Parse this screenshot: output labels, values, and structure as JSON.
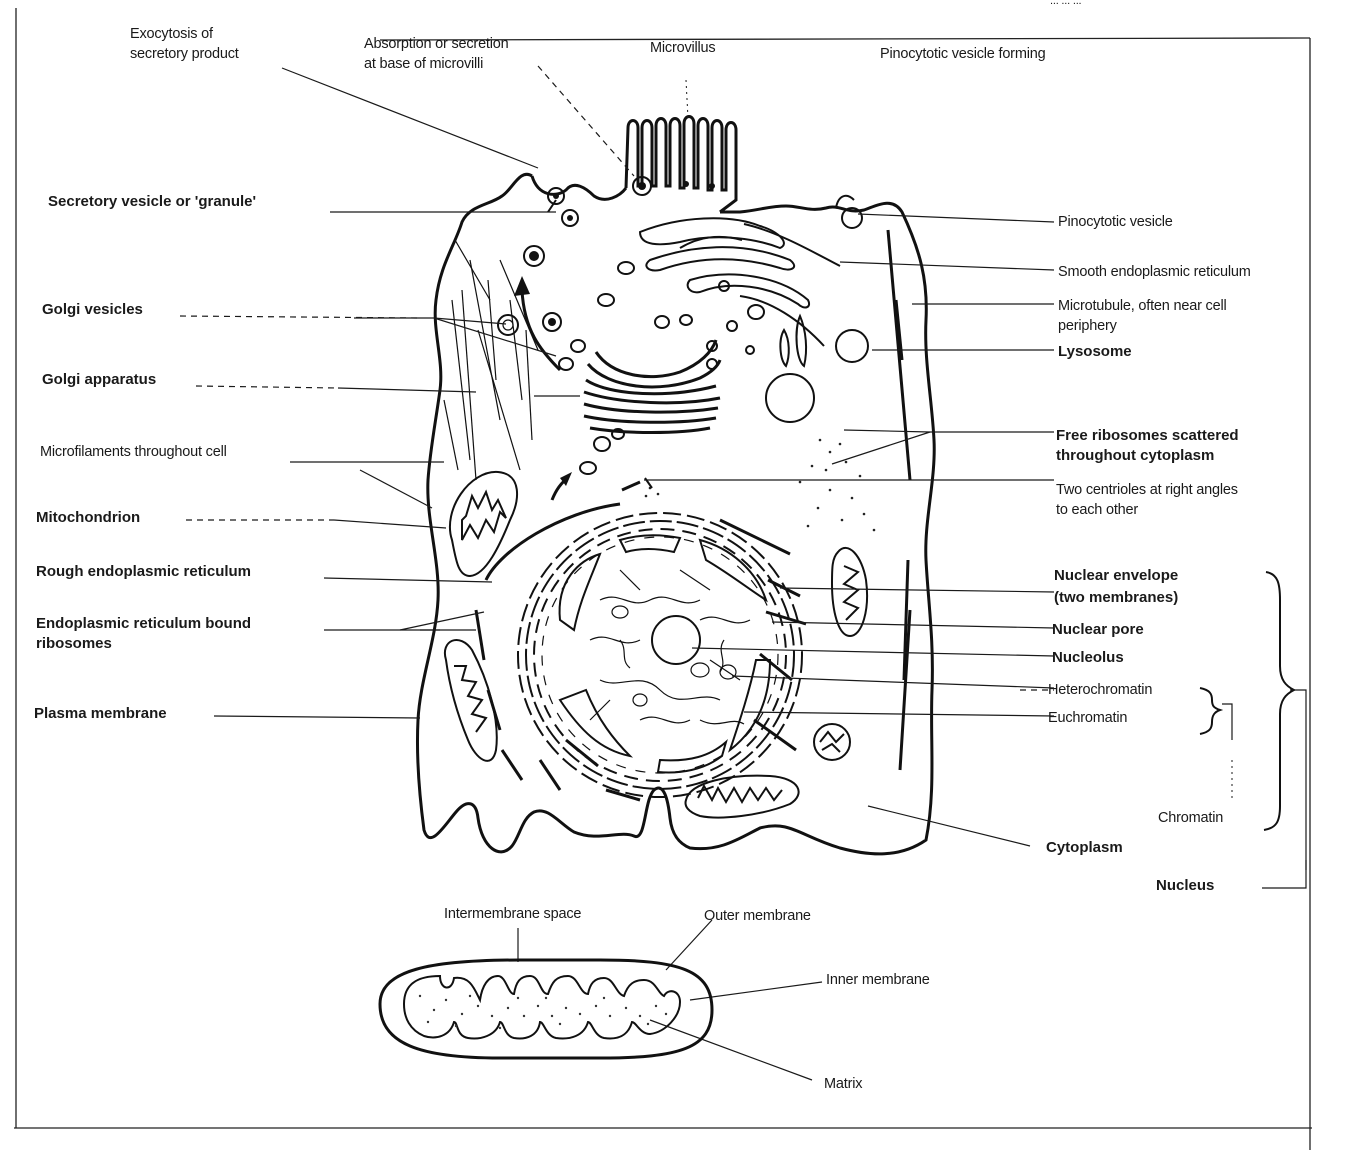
{
  "header_fragment": "... ... ...",
  "labels": {
    "exocytosis": [
      "Exocytosis of",
      "secretory product"
    ],
    "absorption": [
      "Absorption or secretion",
      "at base of microvilli"
    ],
    "microvillus": "Microvillus",
    "pinocytotic_forming": "Pinocytotic vesicle forming",
    "secretory_vesicle": "Secretory vesicle or 'granule'",
    "pinocytotic_vesicle": "Pinocytotic vesicle",
    "smooth_er": "Smooth endoplasmic reticulum",
    "golgi_vesicles": "Golgi vesicles",
    "microtubule": [
      "Microtubule, often near cell",
      "periphery"
    ],
    "lysosome": "Lysosome",
    "golgi_apparatus": "Golgi apparatus",
    "free_ribosomes": [
      "Free ribosomes scattered",
      "throughout cytoplasm"
    ],
    "microfilaments": "Microfilaments throughout cell",
    "centrioles": [
      "Two centrioles at right angles",
      "to each other"
    ],
    "mitochondrion": "Mitochondrion",
    "rough_er": "Rough endoplasmic reticulum",
    "nuclear_envelope": [
      "Nuclear envelope",
      "(two membranes)"
    ],
    "er_bound_ribosomes": [
      "Endoplasmic reticulum bound",
      "ribosomes"
    ],
    "nuclear_pore": "Nuclear pore",
    "nucleolus": "Nucleolus",
    "heterochromatin": "Heterochromatin",
    "plasma_membrane": "Plasma membrane",
    "euchromatin": "Euchromatin",
    "chromatin": "Chromatin",
    "cytoplasm": "Cytoplasm",
    "nucleus": "Nucleus",
    "intermembrane_space": "Intermembrane space",
    "outer_membrane": "Outer membrane",
    "inner_membrane": "Inner membrane",
    "matrix": "Matrix"
  }
}
